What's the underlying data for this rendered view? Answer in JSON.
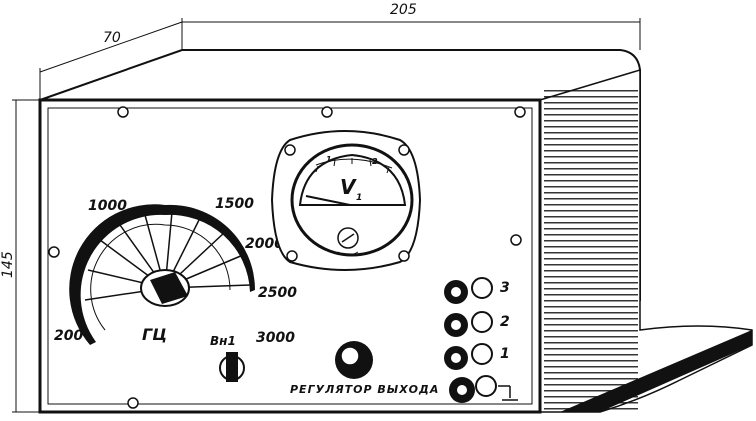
{
  "dimensions": {
    "depth": "70",
    "width": "205",
    "height": "145"
  },
  "dial": {
    "ticks": [
      "200",
      "1000",
      "1500",
      "2000",
      "2500",
      "3000"
    ],
    "unit": "ГЦ"
  },
  "switch_label": "Вн1",
  "meter": {
    "symbol": "V",
    "subscript": "1",
    "scale_marks": [
      "1",
      "2"
    ]
  },
  "output_knob_label": "РЕГУЛЯТОР ВЫХОДА",
  "terminals": [
    "3",
    "2",
    "1"
  ],
  "colors": {
    "ink": "#111111",
    "paper": "#ffffff"
  }
}
